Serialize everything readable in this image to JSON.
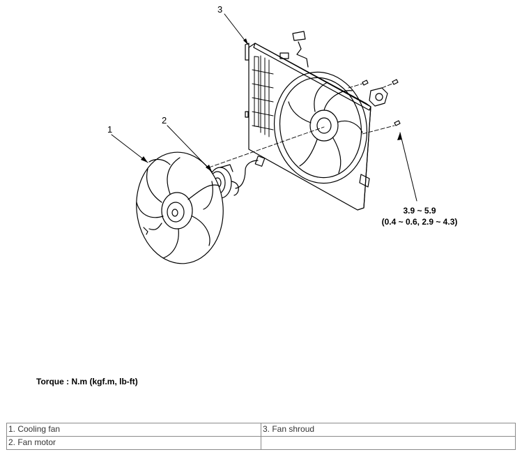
{
  "callouts": {
    "c1": "1",
    "c2": "2",
    "c3": "3"
  },
  "torque_spec": {
    "line1": "3.9 ~ 5.9",
    "line2": "(0.4 ~ 0.6, 2.9 ~ 4.3)"
  },
  "torque_caption": "Torque : N.m (kgf.m, lb-ft)",
  "legend": {
    "r1c1": "1. Cooling fan",
    "r1c2": "3. Fan shroud",
    "r2c1": "2. Fan motor",
    "r2c2": ""
  }
}
